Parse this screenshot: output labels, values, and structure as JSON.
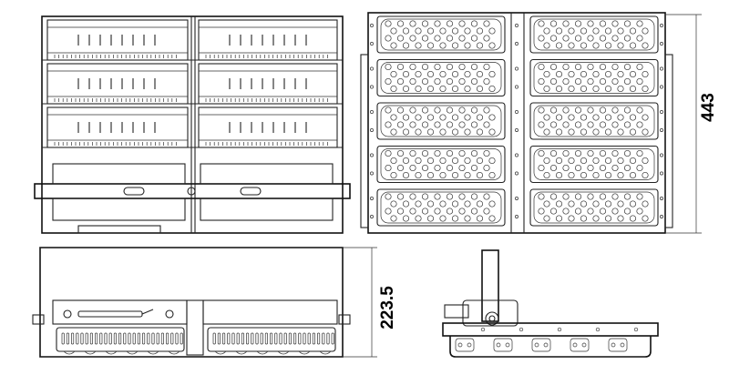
{
  "dimensions": {
    "height_label": "443",
    "depth_label": "223.5"
  },
  "views": {
    "back_rows": 5,
    "front_rows": 5,
    "front_led_cols": 9,
    "front_led_rows": 4
  },
  "colors": {
    "line": "#222222",
    "background": "#ffffff"
  }
}
